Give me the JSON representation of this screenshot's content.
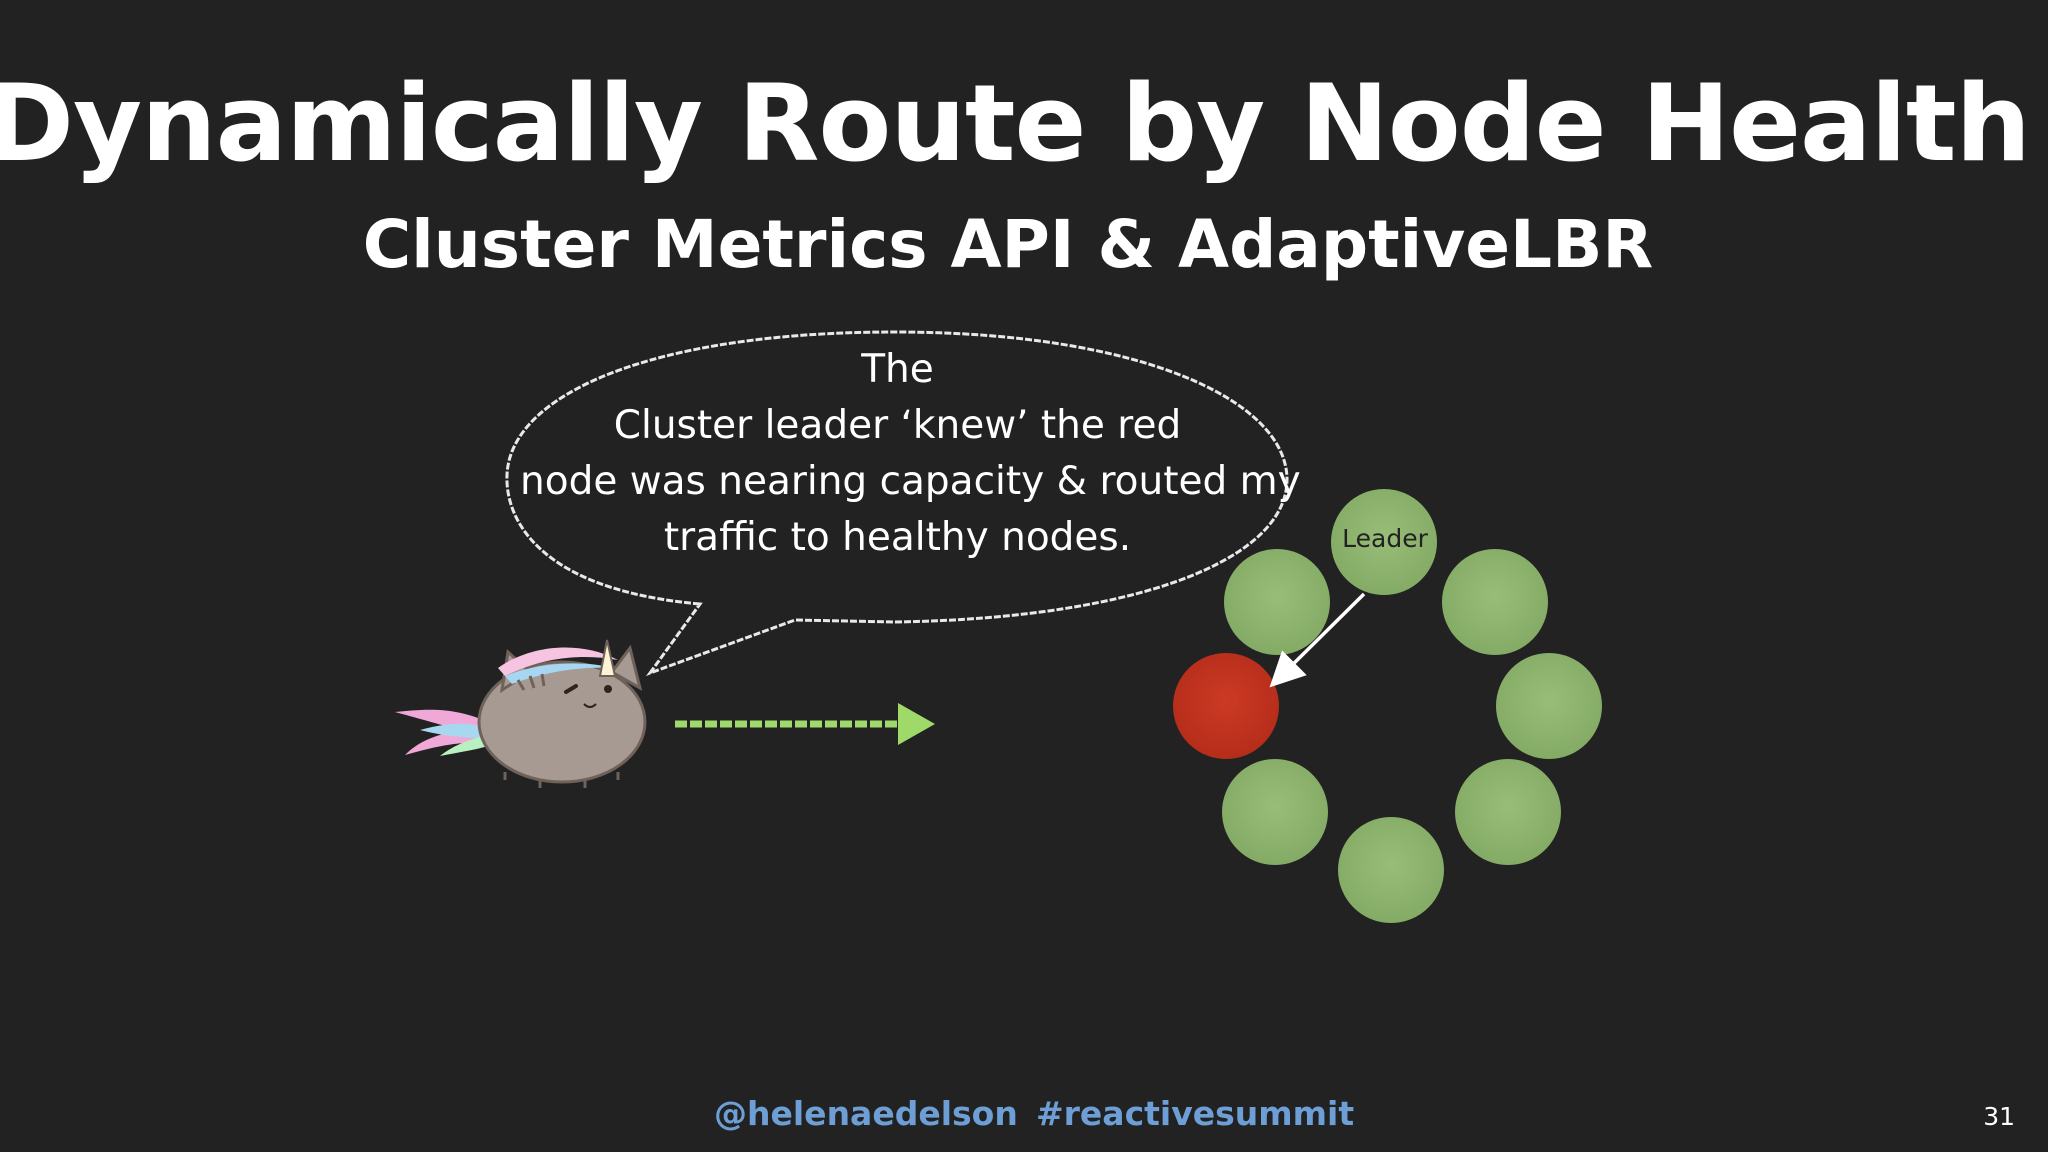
{
  "slide": {
    "title": "Dynamically Route by Node Health",
    "subtitle": "Cluster Metrics API & AdaptiveLBR",
    "speech_bubble": {
      "lines": [
        "The",
        "Cluster leader ‘knew’ the red",
        "node was nearing capacity & routed my",
        "traffic to healthy nodes."
      ]
    },
    "cluster": {
      "leader_label": "Leader",
      "healthy_color": "#8db46d",
      "unhealthy_color": "#c0321f"
    },
    "footer": {
      "handle": "@helenaedelson",
      "hashtag": "#reactivesummit"
    },
    "page_number": "31"
  }
}
